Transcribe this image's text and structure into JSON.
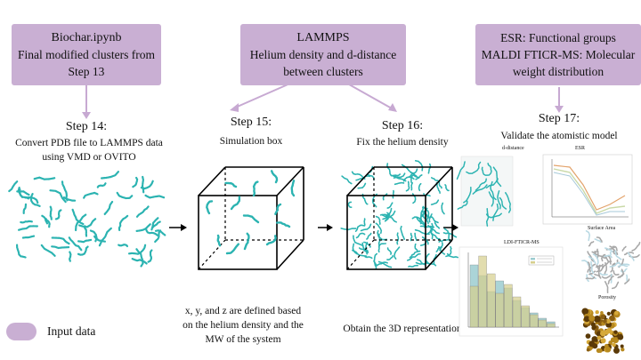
{
  "colors": {
    "input_box": "#c9afd3",
    "connector": "#c7a9d2",
    "molecule": "#2bb3b1",
    "arrow": "#000000"
  },
  "input_boxes": [
    {
      "lines": [
        "Biochar.ipynb",
        "Final modified clusters from",
        "Step 13"
      ]
    },
    {
      "lines": [
        "LAMMPS",
        "Helium density and d-distance",
        "between clusters"
      ]
    },
    {
      "lines": [
        "ESR: Functional groups",
        "MALDI FTICR-MS: Molecular",
        "weight distribution"
      ]
    }
  ],
  "steps": [
    {
      "title": "Step 14:",
      "sub": [
        "Convert PDB file to LAMMPS data",
        "using VMD or OVITO"
      ]
    },
    {
      "title": "Step 15:",
      "sub": [
        "Simulation box"
      ],
      "note": [
        "x, y, and z are defined based",
        "on the helium density and the",
        "MW of the system"
      ]
    },
    {
      "title": "Step 16:",
      "sub": [
        "Fix the helium density"
      ],
      "note": [
        "Obtain the 3D representation"
      ]
    },
    {
      "title": "Step 17:",
      "sub": [
        "Validate the atomistic model"
      ]
    }
  ],
  "validation_panels": {
    "d_distance": "d-distance",
    "esr": "ESR",
    "ldi": "LDI-FTICR-MS",
    "surface_area": "Surface Area",
    "porosity": "Porosity"
  },
  "legend": {
    "label": "Input data"
  }
}
